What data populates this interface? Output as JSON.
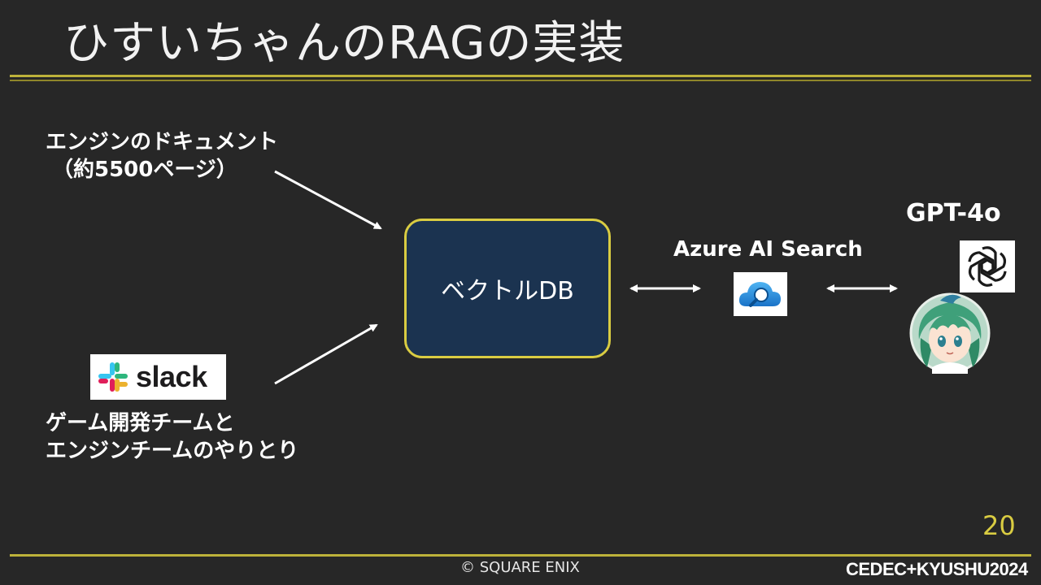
{
  "slide": {
    "title": "ひすいちゃんのRAGの実装",
    "page_number": "20",
    "copyright": "© SQUARE ENIX",
    "event_logo_text": "CEDEC+KYUSHU2024"
  },
  "diagram": {
    "doc_source_line1": "エンジンのドキュメント",
    "doc_source_line2": "（約5500ページ）",
    "slack_label": "slack",
    "slack_source_line1": "ゲーム開発チームと",
    "slack_source_line2": "エンジンチームのやりとり",
    "vector_db_label": "ベクトルDB",
    "search_label": "Azure AI Search",
    "model_label": "GPT-4o"
  },
  "icons": {
    "slack": "slack-logo-icon",
    "azure_search": "azure-search-icon",
    "openai": "openai-icon",
    "avatar": "hisui-chan-avatar"
  },
  "colors": {
    "background": "#272727",
    "accent_rule": "#bdb23a",
    "box_border": "#d9cc42",
    "box_fill": "#1b3350",
    "page_number": "#d9cc42"
  }
}
